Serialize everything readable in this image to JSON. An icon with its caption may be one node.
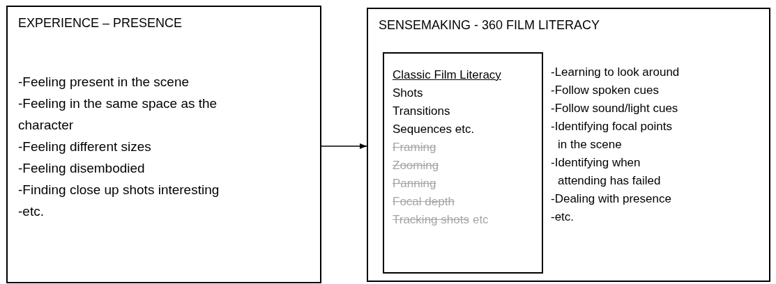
{
  "diagram": {
    "nodes": [
      {
        "text": [
          "EXPERIENCE – PRESENCE",
          "-Feeling present in the scene",
          "-Feeling in the same space as the character",
          "-Feeling different sizes",
          "-Feeling disembodied",
          "-Finding close up shots interesting",
          "-etc."
        ]
      },
      {
        "text": [
          "SENSEMAKING - 360 FILM LITERACY",
          "-Learning to look around",
          "-Follow spoken cues",
          "-Follow sound/light cues",
          "-Identifying focal points in the scene",
          "-Identifying when attending has failed",
          "-Dealing with presence",
          "-etc."
        ]
      },
      {
        "text": [
          "Classic Film Literacy",
          "Shots",
          "Transitions",
          "Sequences etc.",
          "Framing",
          "Zooming",
          "Panning",
          "Focal depth",
          "Tracking shots",
          "etc"
        ],
        "in": 1
      }
    ],
    "edges": [
      {
        "from": 0,
        "to": 1,
        "arrow": "to"
      }
    ]
  }
}
